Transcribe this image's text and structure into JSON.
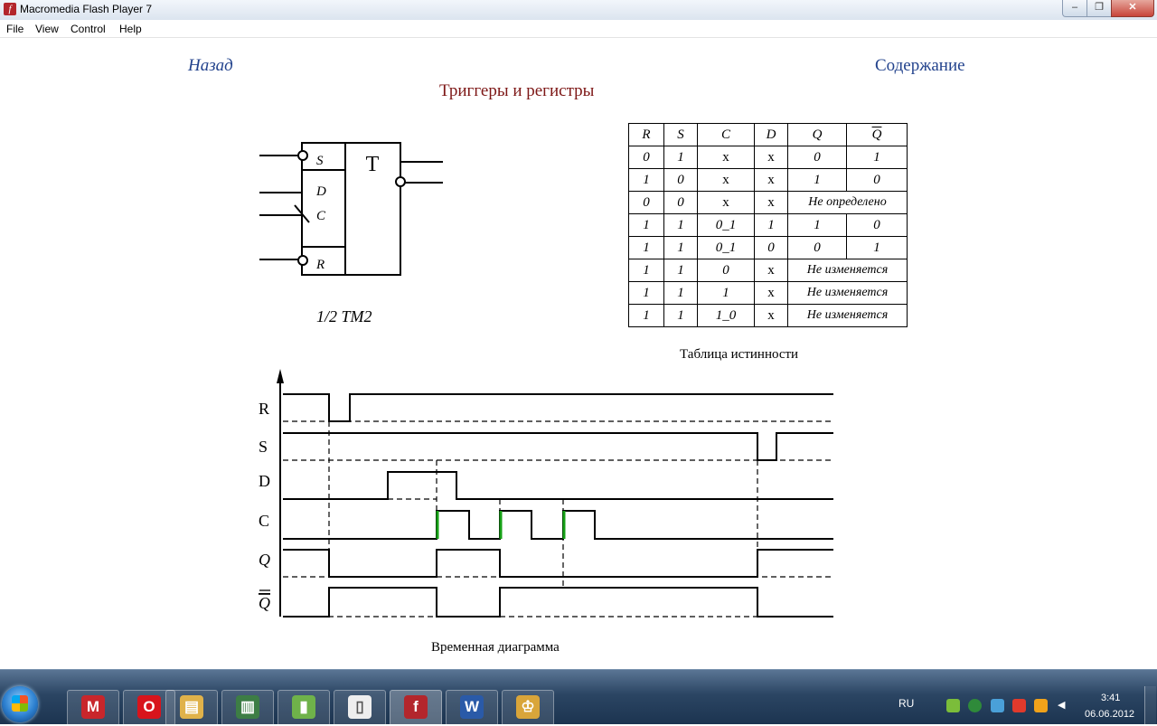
{
  "window": {
    "title": "Macromedia Flash Player 7",
    "min_glyph": "–",
    "max_glyph": "❐",
    "close_glyph": "✕"
  },
  "menu": [
    "File",
    "View",
    "Control",
    "Help"
  ],
  "nav": {
    "back": "Назад",
    "contents": "Содержание"
  },
  "page_title": "Триггеры и регистры",
  "flipflop": {
    "symbol": "Т",
    "pins": {
      "s": "S",
      "d": "D",
      "c": "C",
      "r": "R"
    },
    "label": "1/2 ТМ2"
  },
  "truth_table": {
    "headers": [
      "R",
      "S",
      "C",
      "D",
      "Q",
      "Q"
    ],
    "rows": [
      [
        "0",
        "1",
        "x",
        "x",
        "0",
        "1"
      ],
      [
        "1",
        "0",
        "x",
        "x",
        "1",
        "0"
      ],
      [
        "0",
        "0",
        "x",
        "x",
        "Не определено"
      ],
      [
        "1",
        "1",
        "0_1",
        "1",
        "1",
        "0"
      ],
      [
        "1",
        "1",
        "0_1",
        "0",
        "0",
        "1"
      ],
      [
        "1",
        "1",
        "0",
        "x",
        "Не изменяется"
      ],
      [
        "1",
        "1",
        "1",
        "x",
        "Не изменяется"
      ],
      [
        "1",
        "1",
        "1_0",
        "x",
        "Не изменяется"
      ]
    ],
    "caption": "Таблица истинности"
  },
  "timing": {
    "signals": [
      "R",
      "S",
      "D",
      "C",
      "Q",
      "Q"
    ],
    "caption": "Временная диаграмма",
    "colors": {
      "clock_edge": "#16a016"
    }
  },
  "taskbar": {
    "apps": [
      {
        "name": "app-tray-red",
        "glyph": "M",
        "color": "#c8262b"
      },
      {
        "name": "app-opera",
        "glyph": "O",
        "color": "#d8141c"
      },
      {
        "name": "app-explorer",
        "glyph": "▤",
        "color": "#e0b24a"
      },
      {
        "name": "app-monitor",
        "glyph": "▥",
        "color": "#3d7d45"
      },
      {
        "name": "app-gauge",
        "glyph": "▮",
        "color": "#6fb24a"
      },
      {
        "name": "app-document",
        "glyph": "▯",
        "color": "#eeeeee"
      },
      {
        "name": "app-flash",
        "glyph": "f",
        "color": "#b3262c"
      },
      {
        "name": "app-word",
        "glyph": "W",
        "color": "#2a5aa8"
      },
      {
        "name": "app-cards",
        "glyph": "♔",
        "color": "#d9a53a"
      }
    ],
    "lang": "RU",
    "time": "3:41",
    "date": "06.06.2012"
  }
}
